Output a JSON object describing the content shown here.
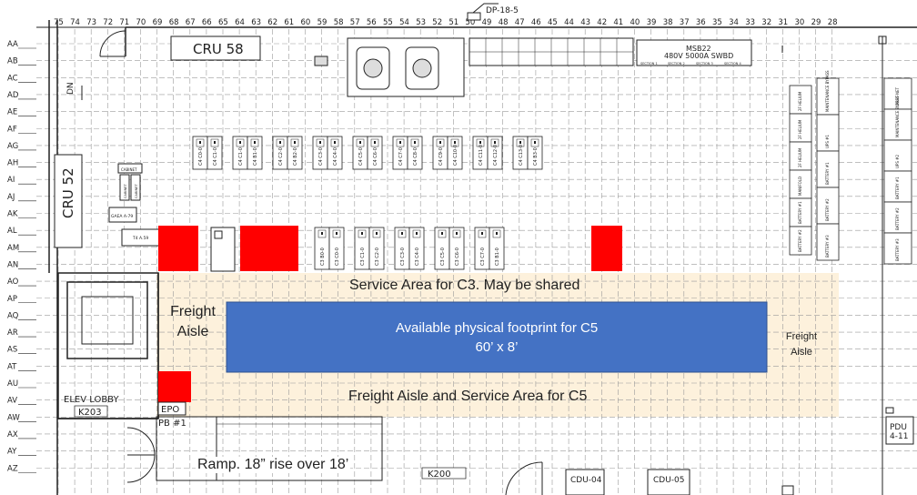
{
  "column_labels": [
    "75",
    "74",
    "73",
    "72",
    "71",
    "70",
    "69",
    "68",
    "67",
    "66",
    "65",
    "64",
    "63",
    "62",
    "61",
    "60",
    "59",
    "58",
    "57",
    "56",
    "55",
    "54",
    "53",
    "52",
    "51",
    "50",
    "49",
    "48",
    "47",
    "46",
    "45",
    "44",
    "43",
    "42",
    "41",
    "40",
    "39",
    "38",
    "37",
    "36",
    "35",
    "34",
    "33",
    "32",
    "31",
    "30",
    "29",
    "28"
  ],
  "row_labels": [
    "AA",
    "AB",
    "AC",
    "AD",
    "AE",
    "AF",
    "AG",
    "AH",
    "AI",
    "AJ",
    "AK",
    "AL",
    "AM",
    "AN",
    "AO",
    "AP",
    "AQ",
    "AR",
    "AS",
    "AT",
    "AU",
    "AV",
    "AW",
    "AX",
    "AY",
    "AZ"
  ],
  "rooms": {
    "cru58": "CRU 58",
    "cru52": "CRU 52",
    "dp_tag": "DP-18-5",
    "msb_title": "MSB22",
    "msb_rating": "480V 5000A SWBD",
    "msb_sections": [
      "SECTION 1",
      "SECTION 2",
      "SECTION 3",
      "SECTION 4"
    ],
    "elev_lobby": "ELEV LOBBY",
    "elev_room": "K203",
    "corridor": "K200",
    "cdu_left": "CDU-04",
    "cdu_right": "CDU-05",
    "pdu": "PDU 4-11",
    "epo": "EPO",
    "pb": "PB #1",
    "dn": "DN",
    "cabinet": "CABINET",
    "gaea": "GAEA A-79",
    "t4": "T4 A.59"
  },
  "racks": {
    "c4_row": [
      "C4 C0-0",
      "C4 C1-0",
      "C4 C1-0",
      "C4 B1-0",
      "C4 C2-0",
      "C4 B2-0",
      "C4 C3-0",
      "C4 C4-0",
      "C4 C5-0",
      "C4 C6-0",
      "C4 C7-0",
      "C4 C8-0",
      "C4 C9-0",
      "C4 C10-0",
      "C4 C11-0",
      "C4 C12-0",
      "C4 C13-0",
      "C4 B3-0"
    ],
    "c3_row": [
      "C3 B0-0",
      "C3 C0-0",
      "C3 C1-0",
      "C3 C2-0",
      "C3 C3-0",
      "C3 C4-0",
      "C3 C5-0",
      "C3 C6-0",
      "C3 C7-0",
      "C3 B1-0"
    ],
    "right_col1": [
      "2F HELIUM",
      "2F HELIUM",
      "2F HELIUM",
      "MANIFOLD",
      "BATTERY #1",
      "BATTERY #2"
    ],
    "right_col2": [
      "MAINTENANCE BYPASS",
      "UPS #1",
      "BATTERY #1",
      "BATTERY #2",
      "BATTERY #3"
    ],
    "right_col3": [
      "LIGHT-NET",
      "MAINTENANCE BYPASS",
      "UPS #2",
      "BATTERY #1",
      "BATTERY #2",
      "BATTERY #3"
    ]
  },
  "annotations": {
    "service_c3": "Service Area for C3. May be shared",
    "freight_left": "Freight Aisle",
    "footprint_title": "Available physical footprint for C5",
    "footprint_size": "60’ x 8’",
    "freight_right": "Freight Aisle",
    "freight_service_c5": "Freight Aisle and Service Area for C5",
    "ramp": "Ramp. 18” rise over 18’"
  },
  "colors": {
    "footprint": "#4472c4",
    "red_zone": "#ff0000",
    "service_area": "#fdf1dc",
    "cad_line": "#222222"
  }
}
